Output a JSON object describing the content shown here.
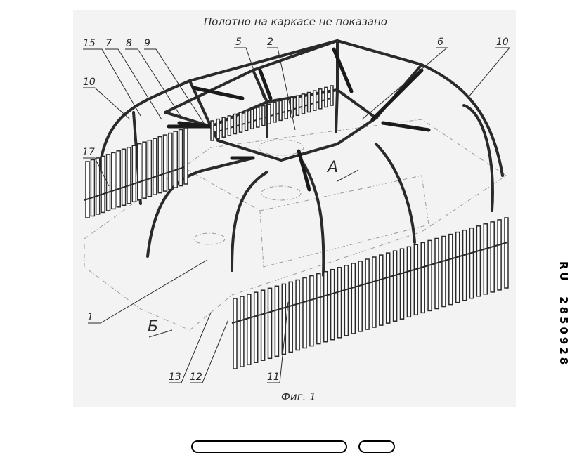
{
  "figure": {
    "note": "Полотно на каркасе не показано",
    "caption": "Фиг. 1",
    "view_labels": {
      "a": "А",
      "b": "Б"
    },
    "reference_numerals": {
      "n15": "15",
      "n7": "7",
      "n8": "8",
      "n9": "9",
      "n5": "5",
      "n2": "2",
      "n6": "6",
      "n10_right": "10",
      "n10_left": "10",
      "n17": "17",
      "n1": "1",
      "n13": "13",
      "n12": "12",
      "n11": "11"
    }
  },
  "side_text": {
    "patent_number": "RU  2850928"
  }
}
